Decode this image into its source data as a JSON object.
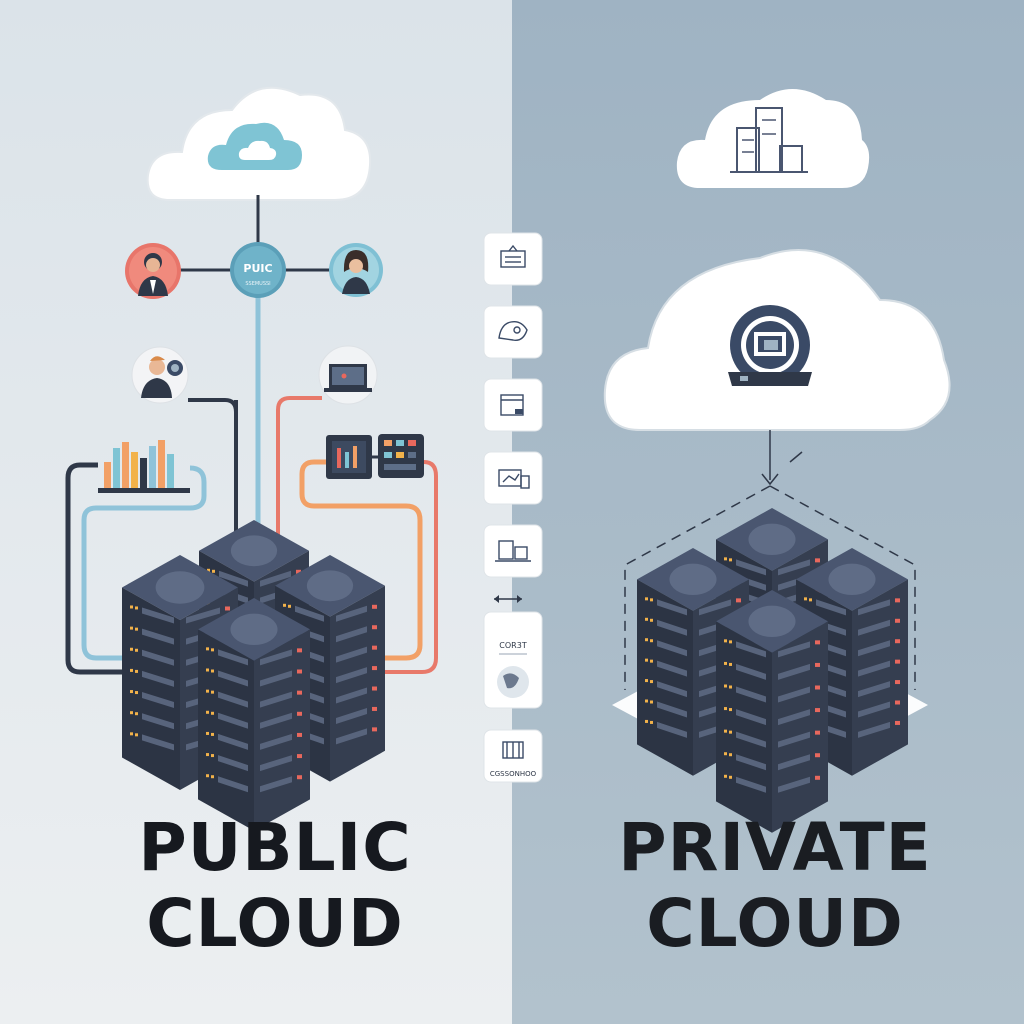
{
  "public": {
    "title_line1": "PUBLIC",
    "title_line2": "CLOUD",
    "hub_label": "PUIC",
    "hub_sublabel": "SSEMUSSI",
    "colors": {
      "background": "#e3e8ec",
      "cloud_accent": "#7fc4d4",
      "wire_blue": "#8fc3d9",
      "wire_orange": "#f2a066",
      "wire_red": "#e8796a",
      "wire_dark": "#2f3848"
    }
  },
  "private": {
    "title_line1": "PRIVATE",
    "title_line2": "CLOUD",
    "colors": {
      "background": "#a9bbc9",
      "gear": "#3a4a66"
    }
  },
  "middle_icons": [
    {
      "icon": "document-icon"
    },
    {
      "icon": "map-icon"
    },
    {
      "icon": "browser-window-icon"
    },
    {
      "icon": "dashboard-icon"
    },
    {
      "icon": "devices-icon"
    },
    {
      "icon": "cost-globe-icon",
      "caption": "COR3T"
    },
    {
      "icon": "building-icon",
      "caption": "CGSSONHOO"
    }
  ],
  "server": {
    "body": "#2c3444",
    "top": "#4a5670",
    "light_amber": "#f2b24a",
    "light_red": "#e8685d",
    "slot": "#58647c"
  }
}
